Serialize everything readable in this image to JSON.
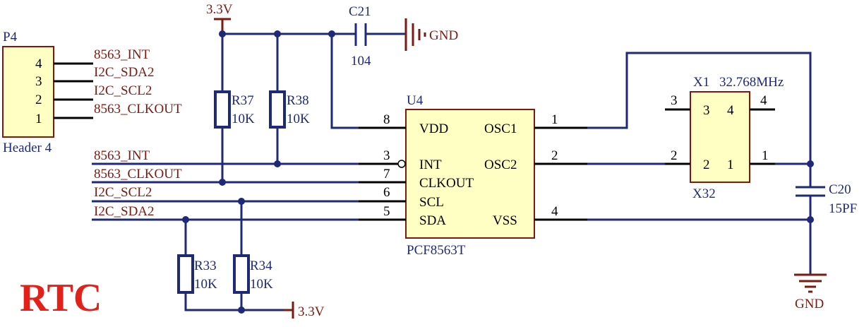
{
  "header": {
    "designator": "P4",
    "type": "Header 4",
    "pins": [
      "4",
      "3",
      "2",
      "1"
    ],
    "nets": [
      "8563_INT",
      "I2C_SDA2",
      "I2C_SCL2",
      "8563_CLKOUT"
    ]
  },
  "power": {
    "top": "3.3V",
    "bottom": "3.3V",
    "gnd1": "GND",
    "gnd2": "GND"
  },
  "c21": {
    "designator": "C21",
    "value": "104"
  },
  "c20": {
    "designator": "C20",
    "value": "15PF"
  },
  "r37": {
    "designator": "R37",
    "value": "10K"
  },
  "r38": {
    "designator": "R38",
    "value": "10K"
  },
  "r33": {
    "designator": "R33",
    "value": "10K"
  },
  "r34": {
    "designator": "R34",
    "value": "10K"
  },
  "u4": {
    "designator": "U4",
    "part": "PCF8563T",
    "left_pins": [
      {
        "num": "8",
        "name": "VDD"
      },
      {
        "num": "3",
        "name": "INT"
      },
      {
        "num": "7",
        "name": "CLKOUT"
      },
      {
        "num": "6",
        "name": "SCL"
      },
      {
        "num": "5",
        "name": "SDA"
      }
    ],
    "right_pins": [
      {
        "num": "1",
        "name": "OSC1"
      },
      {
        "num": "2",
        "name": "OSC2"
      },
      {
        "num": "4",
        "name": "VSS"
      }
    ]
  },
  "x1": {
    "designator": "X1",
    "value": "32.768MHz",
    "footprint": "X32",
    "outer_pins": [
      "3",
      "4",
      "2",
      "1"
    ],
    "inner_pins": [
      "3",
      "4",
      "2",
      "1"
    ]
  },
  "left_nets": [
    "8563_INT",
    "8563_CLKOUT",
    "I2C_SCL2",
    "I2C_SDA2"
  ],
  "title": "RTC"
}
